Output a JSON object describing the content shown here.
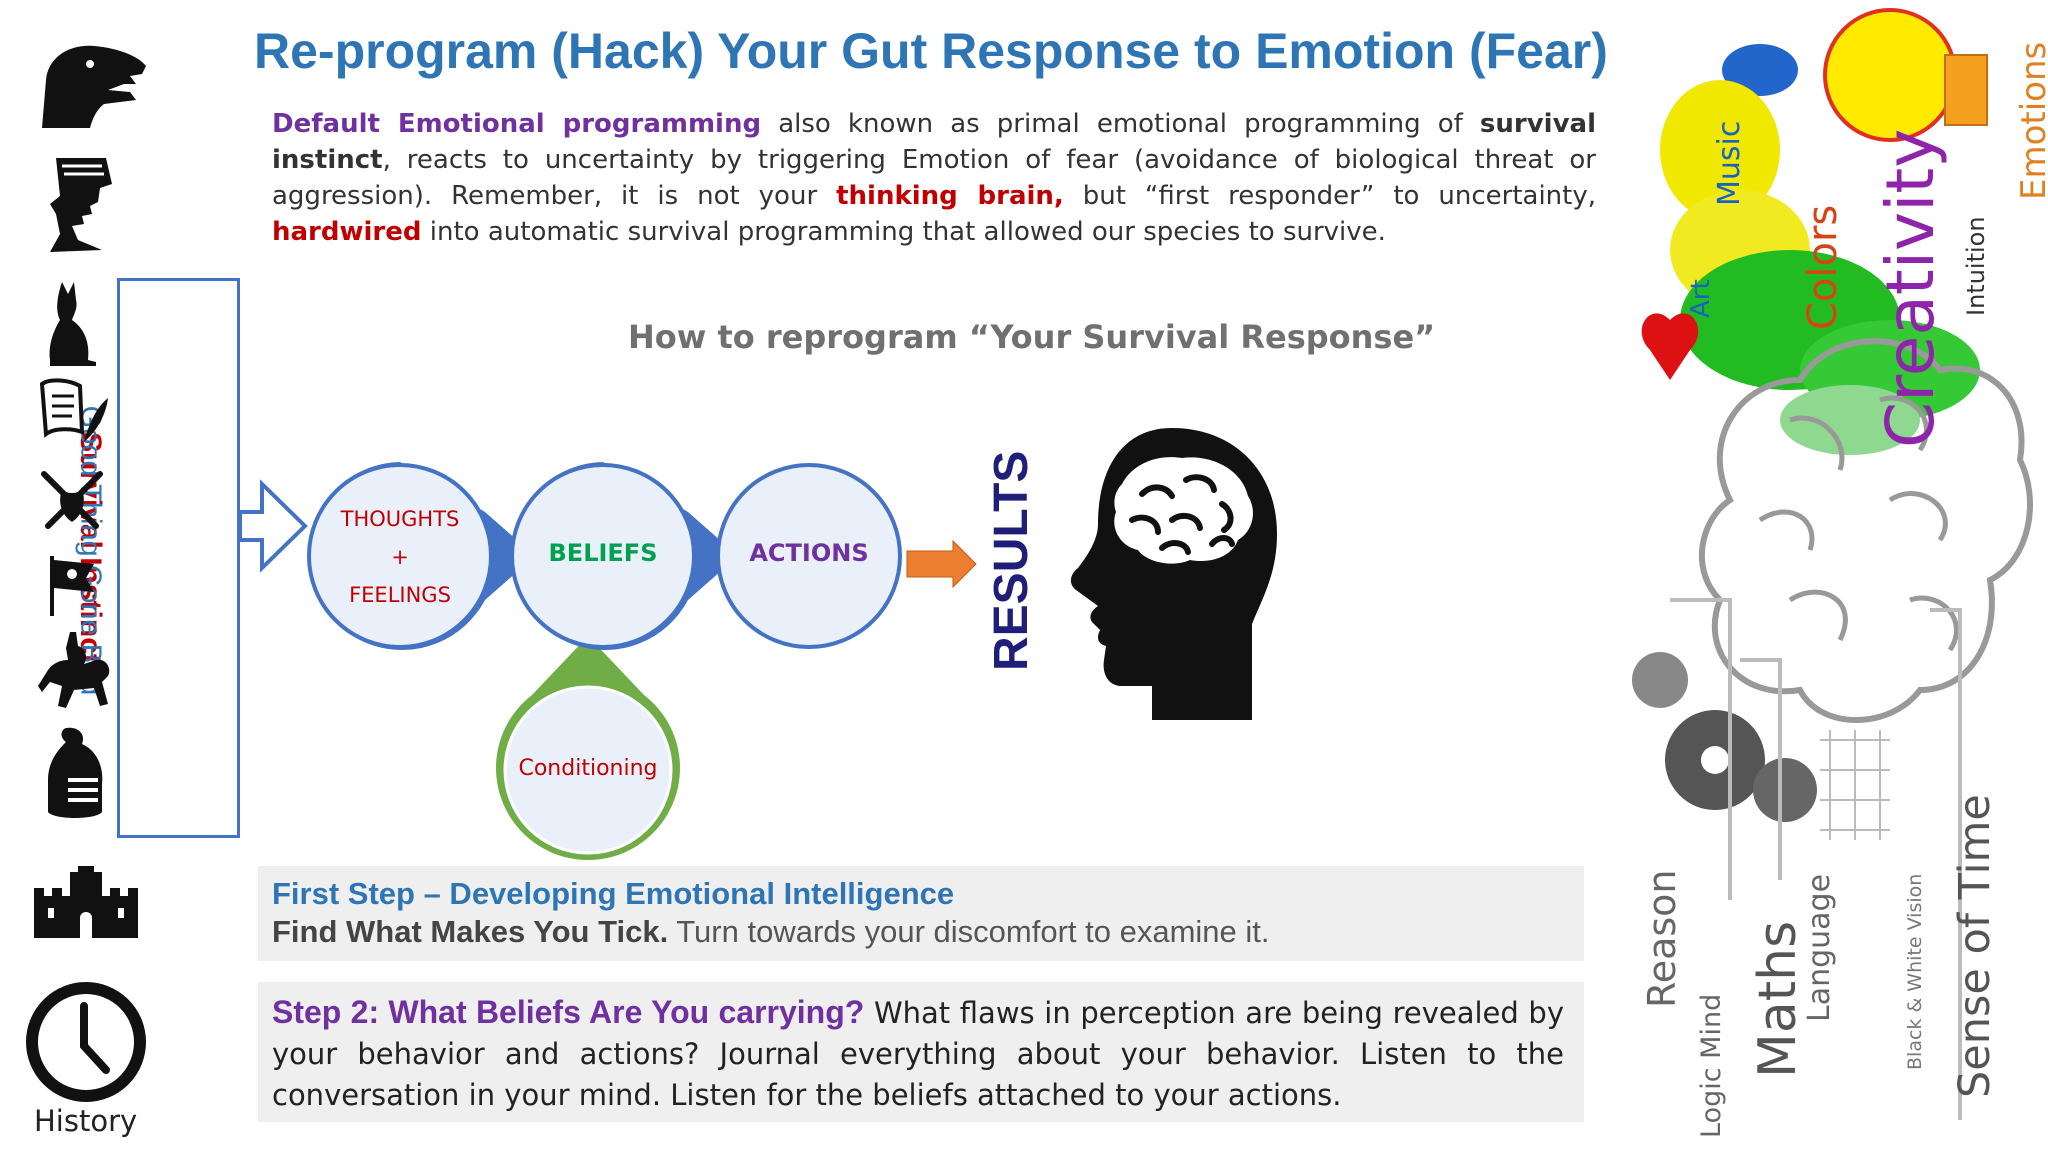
{
  "title": "Re-program (Hack) Your Gut Response to Emotion (Fear)",
  "intro": {
    "p1": "Default Emotional programming",
    "p2": " also known as primal emotional programming of ",
    "p3": "survival instinct",
    "p4": ", reacts to uncertainty by triggering Emotion of fear (avoidance of biological threat or aggression). Remember, it is not your ",
    "p5": "thinking brain,",
    "p6": " but “first responder” to uncertainty, ",
    "p7": "hardwired",
    "p8": " into automatic survival programming that allowed our species to survive."
  },
  "subtitle": "How to reprogram “Your Survival Response”",
  "vertical_box": {
    "line1": "Survival Instinct",
    "line2": "Good Thing Gone Bad"
  },
  "diagram": {
    "thoughts": "THOUGHTS",
    "plus": "+",
    "feelings": "FEELINGS",
    "beliefs": "BELIEFS",
    "actions": "ACTIONS",
    "conditioning": "Conditioning",
    "results": "RESULTS"
  },
  "step1": {
    "heading": "First Step – Developing Emotional Intelligence",
    "bold": "Find What Makes You Tick.",
    "rest": " Turn towards your discomfort to examine it."
  },
  "step2": {
    "heading": "Step 2: What Beliefs Are You carrying?",
    "body": " What flaws in perception are being revealed by your behavior and actions?  Journal everything about your behavior.  Listen to the conversation in your mind.  Listen for the beliefs attached to your actions."
  },
  "sidebar": {
    "icons": [
      "dinosaur-icon",
      "nefertiti-icon",
      "egyptian-cat-icon",
      "scroll-quill-icon",
      "crossed-swords-icon",
      "pirate-flag-icon",
      "knight-horse-icon",
      "knight-helmet-icon",
      "castle-icon",
      "clock-icon"
    ],
    "history_label": "History"
  },
  "brain_collage": {
    "words": [
      "Emotions",
      "Creativity",
      "Intuition",
      "Colors",
      "Music",
      "Art",
      "Reason",
      "Logic Mind",
      "Maths",
      "Language",
      "Black & White Vision",
      "Sense of Time"
    ]
  },
  "colors": {
    "title_blue": "#2e75b6",
    "purple": "#7030a0",
    "red": "#c00000",
    "circle_border": "#4472c4",
    "green": "#70ad47",
    "arrow_orange": "#ed7d31",
    "results_navy": "#1f1f7a"
  }
}
